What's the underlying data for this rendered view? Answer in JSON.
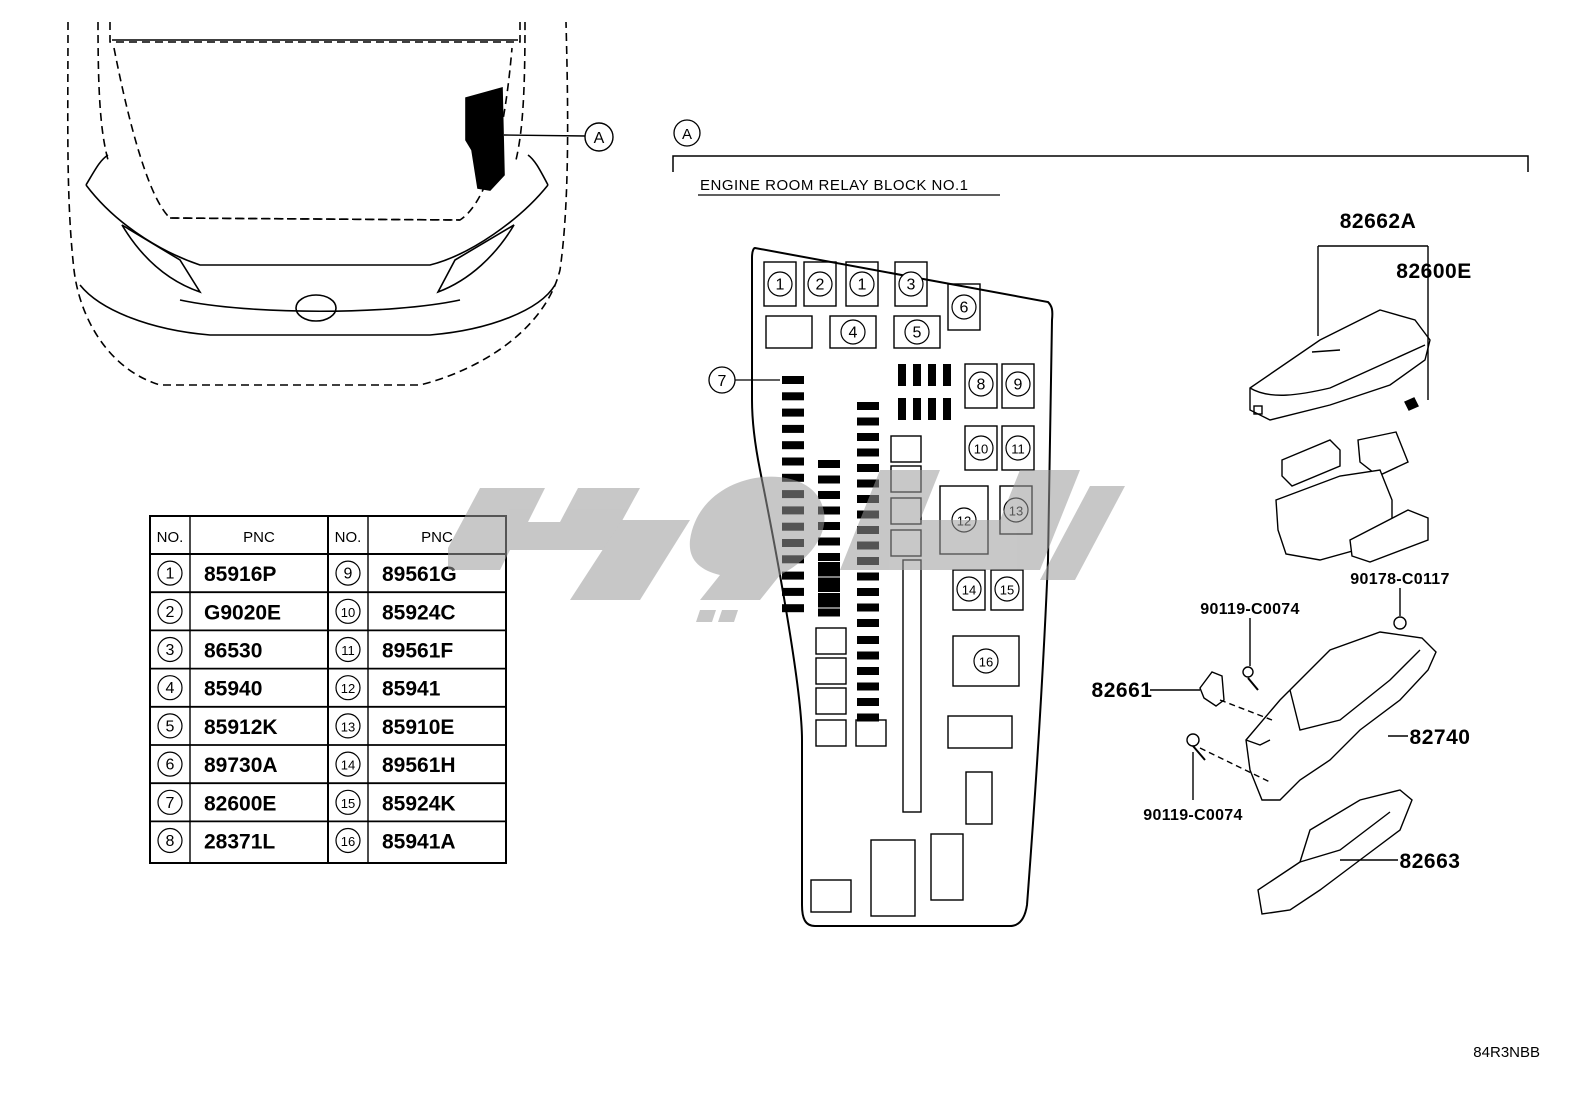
{
  "callout_label": "A",
  "section": {
    "marker": "A",
    "title": "ENGINE ROOM RELAY BLOCK NO.1"
  },
  "table": {
    "headers": [
      "NO.",
      "PNC",
      "NO.",
      "PNC"
    ],
    "rows": [
      {
        "no_left": "1",
        "pnc_left": "85916P",
        "no_right": "9",
        "pnc_right": "89561G"
      },
      {
        "no_left": "2",
        "pnc_left": "G9020E",
        "no_right": "10",
        "pnc_right": "85924C"
      },
      {
        "no_left": "3",
        "pnc_left": "86530",
        "no_right": "11",
        "pnc_right": "89561F"
      },
      {
        "no_left": "4",
        "pnc_left": "85940",
        "no_right": "12",
        "pnc_right": "85941"
      },
      {
        "no_left": "5",
        "pnc_left": "85912K",
        "no_right": "13",
        "pnc_right": "85910E"
      },
      {
        "no_left": "6",
        "pnc_left": "89730A",
        "no_right": "14",
        "pnc_right": "89561H"
      },
      {
        "no_left": "7",
        "pnc_left": "82600E",
        "no_right": "15",
        "pnc_right": "85924K"
      },
      {
        "no_left": "8",
        "pnc_left": "28371L",
        "no_right": "16",
        "pnc_right": "85941A"
      }
    ]
  },
  "relay_block_slots": [
    "1",
    "2",
    "1",
    "3",
    "6",
    "4",
    "5",
    "7",
    "8",
    "9",
    "10",
    "11",
    "12",
    "13",
    "14",
    "15",
    "16"
  ],
  "parts": {
    "p82662A": "82662A",
    "p82600E": "82600E",
    "p90178": "90178-C0117",
    "p90119_top": "90119-C0074",
    "p82661": "82661",
    "p82740": "82740",
    "p90119_bottom": "90119-C0074",
    "p82663": "82663"
  },
  "diagram_code": "84R3NBB"
}
